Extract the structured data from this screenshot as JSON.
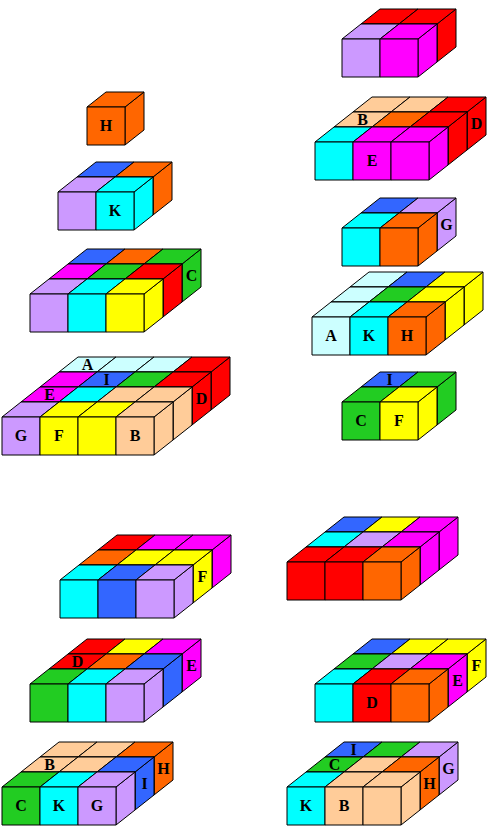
{
  "diagram": {
    "labels": [
      "H",
      "K",
      "C",
      "A",
      "I",
      "E",
      "D",
      "G",
      "F",
      "B",
      "B",
      "D",
      "E",
      "G",
      "A",
      "K",
      "H",
      "I",
      "C",
      "F",
      "F",
      "D",
      "E",
      "B",
      "H",
      "I",
      "C",
      "K",
      "G",
      "F",
      "E",
      "D",
      "I",
      "C",
      "G",
      "H",
      "K",
      "B"
    ]
  }
}
